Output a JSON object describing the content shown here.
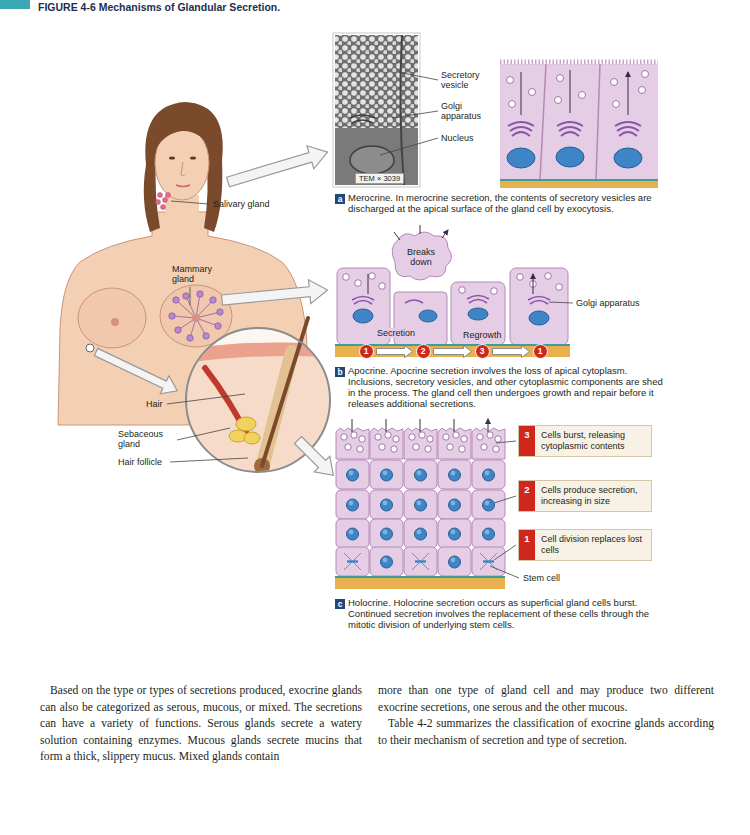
{
  "diagram": {
    "title": "FIGURE 4-6 Mechanisms of Glandular Secretion.",
    "nodes": [
      {
        "text": [
          "TEM × 3039"
        ]
      },
      {
        "text": [
          "a"
        ]
      },
      {
        "text": [
          "1"
        ]
      },
      {
        "text": [
          "2"
        ]
      },
      {
        "text": [
          "3"
        ]
      },
      {
        "text": [
          "1"
        ]
      },
      {
        "text": [
          "b"
        ]
      },
      {
        "text": [
          "3",
          "Cells burst, releasing cytoplasmic contents"
        ]
      },
      {
        "text": [
          "2",
          "Cells produce secretion, increasing in size"
        ]
      },
      {
        "text": [
          "1",
          "Cell division replaces lost cells"
        ]
      },
      {
        "text": [
          "c"
        ]
      }
    ],
    "edges": [
      {
        "from": 2,
        "to": 3,
        "arrow": "to"
      },
      {
        "from": 3,
        "to": 4,
        "arrow": "to"
      },
      {
        "from": 4,
        "to": 5,
        "arrow": "to"
      }
    ],
    "labels": [
      "Salivary gland",
      "Mammary gland",
      "Hair",
      "Sebaceous gland",
      "Hair follicle",
      "Secretory vesicle",
      "Golgi apparatus",
      "Nucleus",
      "Merocrine. In merocrine secretion, the contents of secretory vesicles are discharged at the apical surface of the gland cell by exocytosis.",
      "Breaks down",
      "Secretion",
      "Regrowth",
      "Golgi apparatus",
      "Apocrine. Apocrine secretion involves the loss of apical cytoplasm. Inclusions, secretory vesicles, and other cytoplasmic components are shed in the process. The gland cell then undergoes growth and repair before it releases additional secretions.",
      "Stem cell",
      "Holocrine. Holocrine secretion occurs as superficial gland cells burst. Continued secretion involves the replacement of these cells through the mitotic division of underlying stem cells.",
      "Based on the type or types of secretions produced, exocrine glands can also be categorized as serous, mucous, or mixed. The secretions can have a variety of functions. Serous glands secrete a watery solution containing enzymes. Mucous glands secrete mucins that form a thick, slippery mucus. Mixed glands contain",
      "more than one type of gland cell and may produce two different exocrine secretions, one serous and the other mucous.",
      "Table 4-2 summarizes the classification of exocrine glands according to their mechanism of secretion and type of secretion."
    ]
  }
}
